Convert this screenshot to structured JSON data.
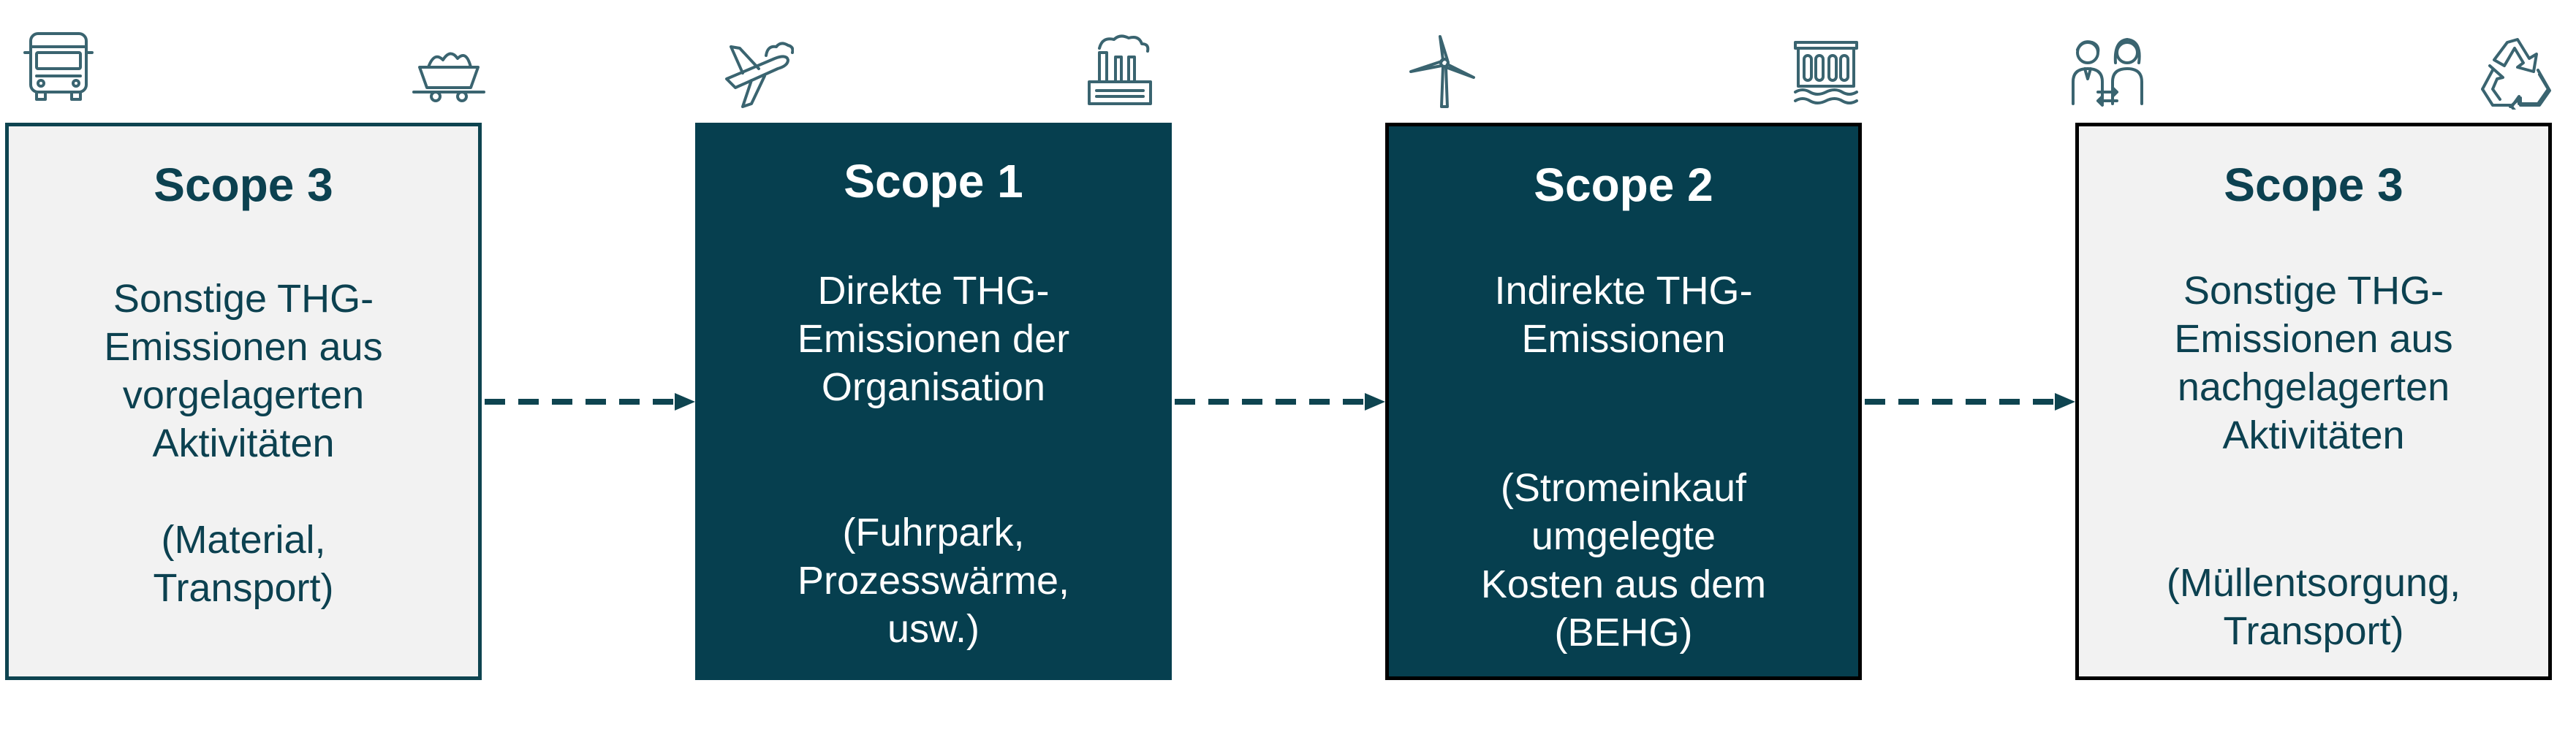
{
  "colors": {
    "dark": "#063f4f",
    "light": "#f2f2f2",
    "arrow": "#0e4450",
    "icon": "#3a6470"
  },
  "boxes": [
    {
      "title": "Scope 3",
      "desc": "Sonstige THG-\nEmissionen aus\nvorgelagerten\nAktivitäten",
      "note": "(Material,\nTransport)"
    },
    {
      "title": "Scope 1",
      "desc": "Direkte THG-\nEmissionen der\nOrganisation",
      "note": "(Fuhrpark,\nProzesswärme,\nusw.)"
    },
    {
      "title": "Scope 2",
      "desc": "Indirekte THG-\nEmissionen",
      "note": "(Stromeinkauf\numgelegte\nKosten aus dem\n(BEHG)"
    },
    {
      "title": "Scope 3",
      "desc": "Sonstige THG-\nEmissionen aus\nnachgelagerten\nAktivitäten",
      "note": "(Müllentsorgung,\nTransport)"
    }
  ],
  "icons": [
    "bus-icon",
    "coal-cart-icon",
    "airplane-icon",
    "factory-icon",
    "wind-turbine-icon",
    "power-plant-icon",
    "people-exchange-icon",
    "recycle-icon"
  ]
}
